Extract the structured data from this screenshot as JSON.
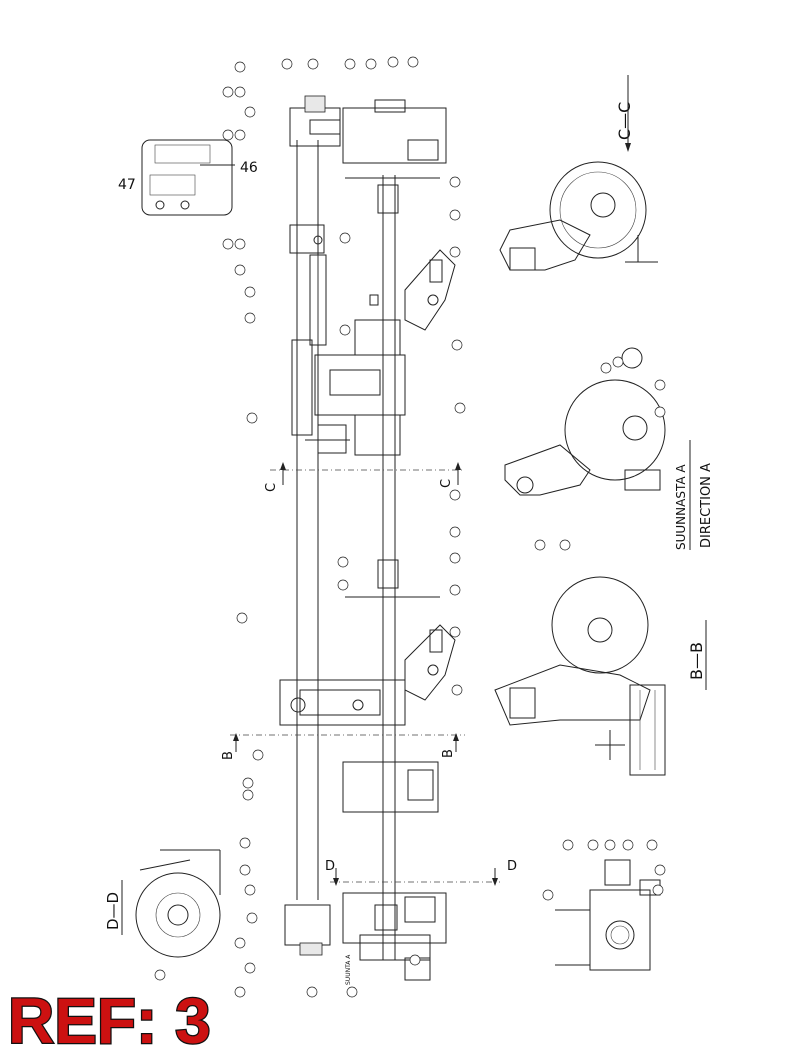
{
  "ref_label": "REF: 3",
  "section_labels": {
    "c_c": "C—C",
    "b_b": "B—B",
    "d_d": "D—D",
    "c_marker": "C",
    "b_marker": "B",
    "d_marker": "D",
    "suunnasta": "SUUNNASTA  A",
    "direction": "DIRECTION A",
    "suunta_a": "SUUNTA A"
  },
  "callouts": {
    "n46": "46",
    "n47": "47"
  },
  "colors": {
    "line": "#222222",
    "ref_red": "#cc1111"
  }
}
